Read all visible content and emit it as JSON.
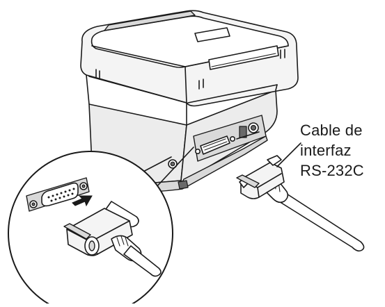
{
  "callout": {
    "line1": "Cable de",
    "line2": "interfaz",
    "line3": "RS-232C"
  },
  "colors": {
    "line": "#1a1a1a",
    "printer_body": "#ececec",
    "background": "#ffffff"
  },
  "icons": {
    "insert_arrow": "arrow-right-icon"
  }
}
